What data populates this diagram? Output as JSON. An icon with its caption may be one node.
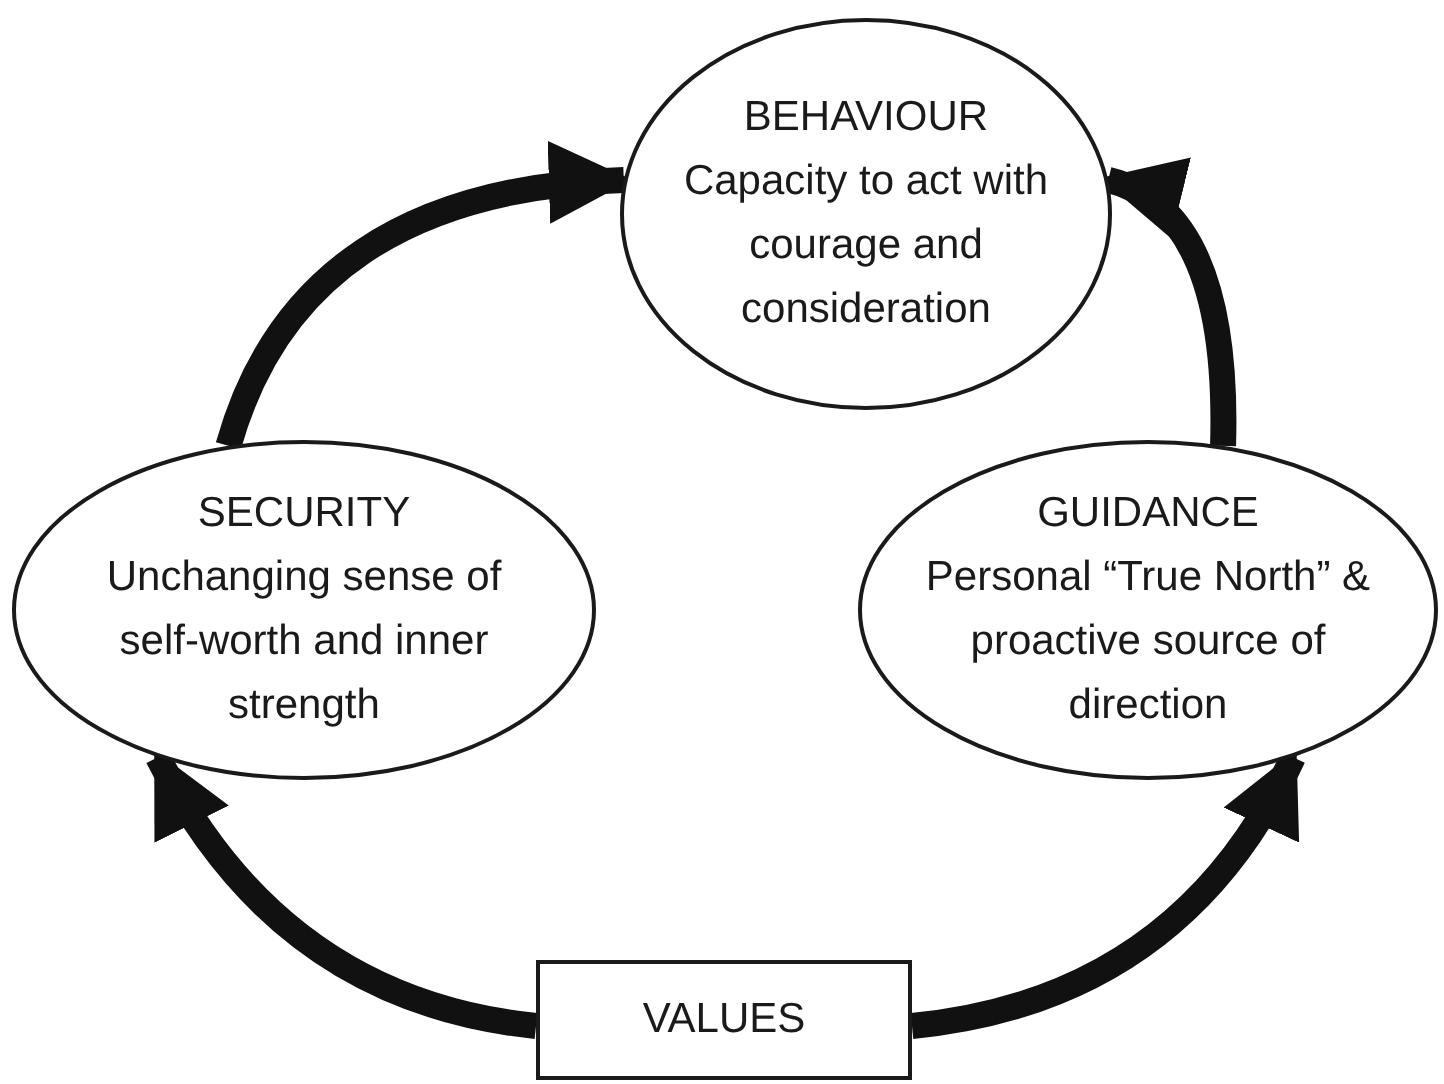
{
  "diagram": {
    "nodes": [
      {
        "text": [
          "BEHAVIOUR",
          "Capacity to act with courage and consideration"
        ]
      },
      {
        "text": [
          "SECURITY",
          "Unchanging sense of self-worth and inner strength"
        ]
      },
      {
        "text": [
          "GUIDANCE",
          "Personal “True North” & proactive source of direction"
        ]
      },
      {
        "text": [
          "VALUES"
        ]
      }
    ],
    "edges": [
      {
        "from": 1,
        "to": 0,
        "arrow": "to"
      },
      {
        "from": 2,
        "to": 0,
        "arrow": "to"
      },
      {
        "from": 3,
        "to": 1,
        "arrow": "to"
      },
      {
        "from": 3,
        "to": 2,
        "arrow": "to"
      }
    ]
  }
}
